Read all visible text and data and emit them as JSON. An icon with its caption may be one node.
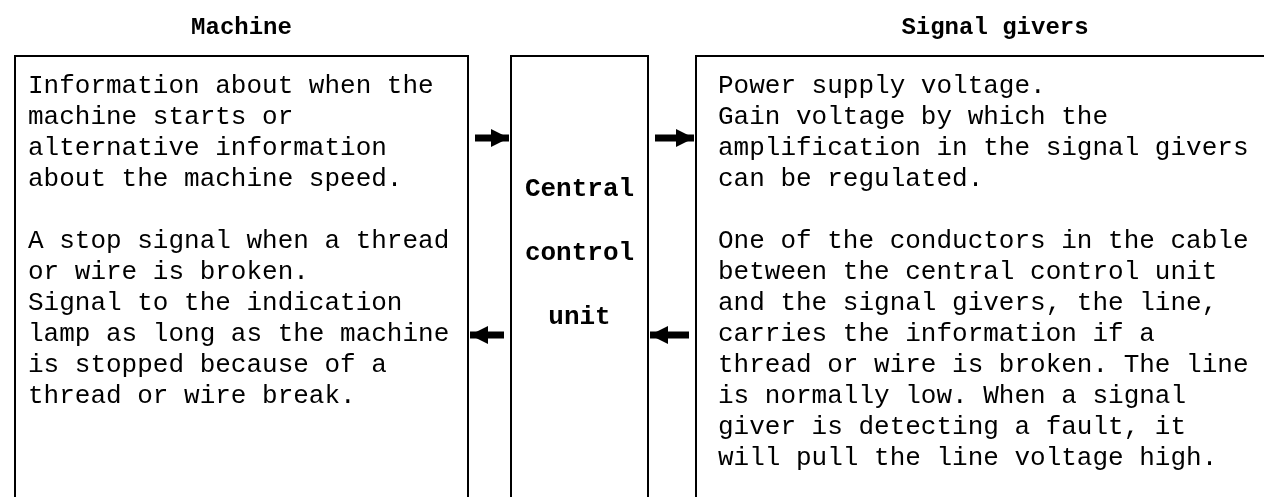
{
  "diagram": {
    "nodes": [
      {
        "text": [
          "Machine",
          "Information about when the machine starts or alternative information about the machine speed.",
          "A stop signal when a thread or wire is broken.",
          "Signal to the indication lamp as long as the machine is stopped because of a thread or wire break."
        ]
      },
      {
        "text": [
          "Central control unit"
        ]
      },
      {
        "text": [
          "Signal givers",
          "Power supply voltage.",
          "Gain voltage by which the amplification in the signal givers can be regulated.",
          "One of the conductors in the cable between the central control unit and the signal givers, the line, carries the information if a thread or wire is broken. The line is normally low. When a signal giver is detecting a fault, it will pull the line voltage high."
        ]
      }
    ],
    "edges": [
      {
        "from": 0,
        "to": 1,
        "arrow": "to"
      },
      {
        "from": 1,
        "to": 2,
        "arrow": "to"
      },
      {
        "from": 2,
        "to": 1,
        "arrow": "to"
      },
      {
        "from": 1,
        "to": 0,
        "arrow": "to"
      }
    ]
  }
}
